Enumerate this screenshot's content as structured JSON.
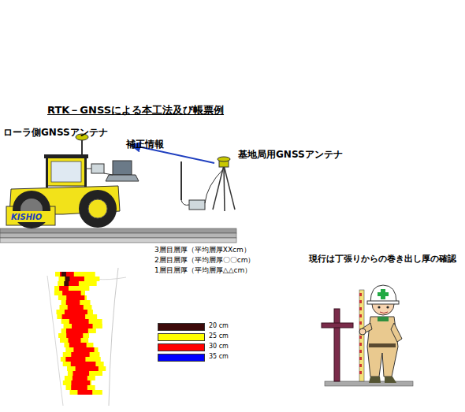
{
  "diagram": {
    "title": "RTK－GNSSによる本工法及び帳票例",
    "labels": [
      "ローラ側GNSSアンテナ",
      "補正情報",
      "基地局用GNSSアンテナ",
      "KISHIO",
      "3層目層厚（平均層厚XXcm）",
      "2層目層厚（平均層厚〇〇cm）",
      "1層目層厚（平均層厚△△cm）",
      "現行は丁張りからの巻き出し厚の確認"
    ],
    "legend": [
      {
        "text": "20 cm",
        "color": "#3d0a0a"
      },
      {
        "text": "25 cm",
        "color": "#ffff00"
      },
      {
        "text": "30 cm",
        "color": "#ff0000"
      },
      {
        "text": "35 cm",
        "color": "#0000ff"
      }
    ]
  }
}
